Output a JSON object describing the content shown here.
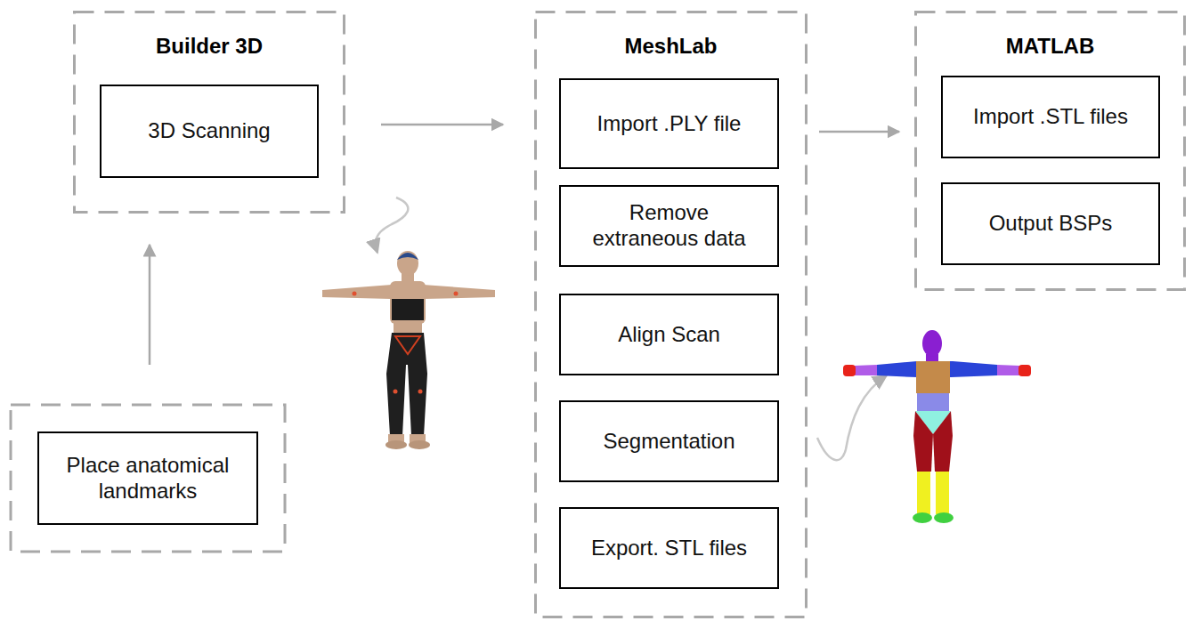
{
  "diagram": {
    "nodes": [
      {
        "text": [
          "Builder 3D"
        ]
      },
      {
        "text": [
          "3D Scanning"
        ],
        "in": 0
      },
      {
        "text": [
          "MeshLab"
        ]
      },
      {
        "text": [
          "Import .PLY file"
        ],
        "in": 2
      },
      {
        "text": [
          "Remove extraneous data"
        ],
        "in": 2
      },
      {
        "text": [
          "Align Scan"
        ],
        "in": 2
      },
      {
        "text": [
          "Segmentation"
        ],
        "in": 2
      },
      {
        "text": [
          "Export. STL files"
        ],
        "in": 2
      },
      {
        "text": [
          "MATLAB"
        ]
      },
      {
        "text": [
          "Import .STL files"
        ],
        "in": 8
      },
      {
        "text": [
          "Output BSPs"
        ],
        "in": 8
      },
      {
        "text": [
          "Place anatomical landmarks"
        ]
      }
    ],
    "edges": [
      {
        "from": 11,
        "to": 0,
        "arrow": "to"
      },
      {
        "from": 0,
        "to": 2,
        "arrow": "to"
      },
      {
        "from": 2,
        "to": 8,
        "arrow": "to"
      }
    ]
  }
}
